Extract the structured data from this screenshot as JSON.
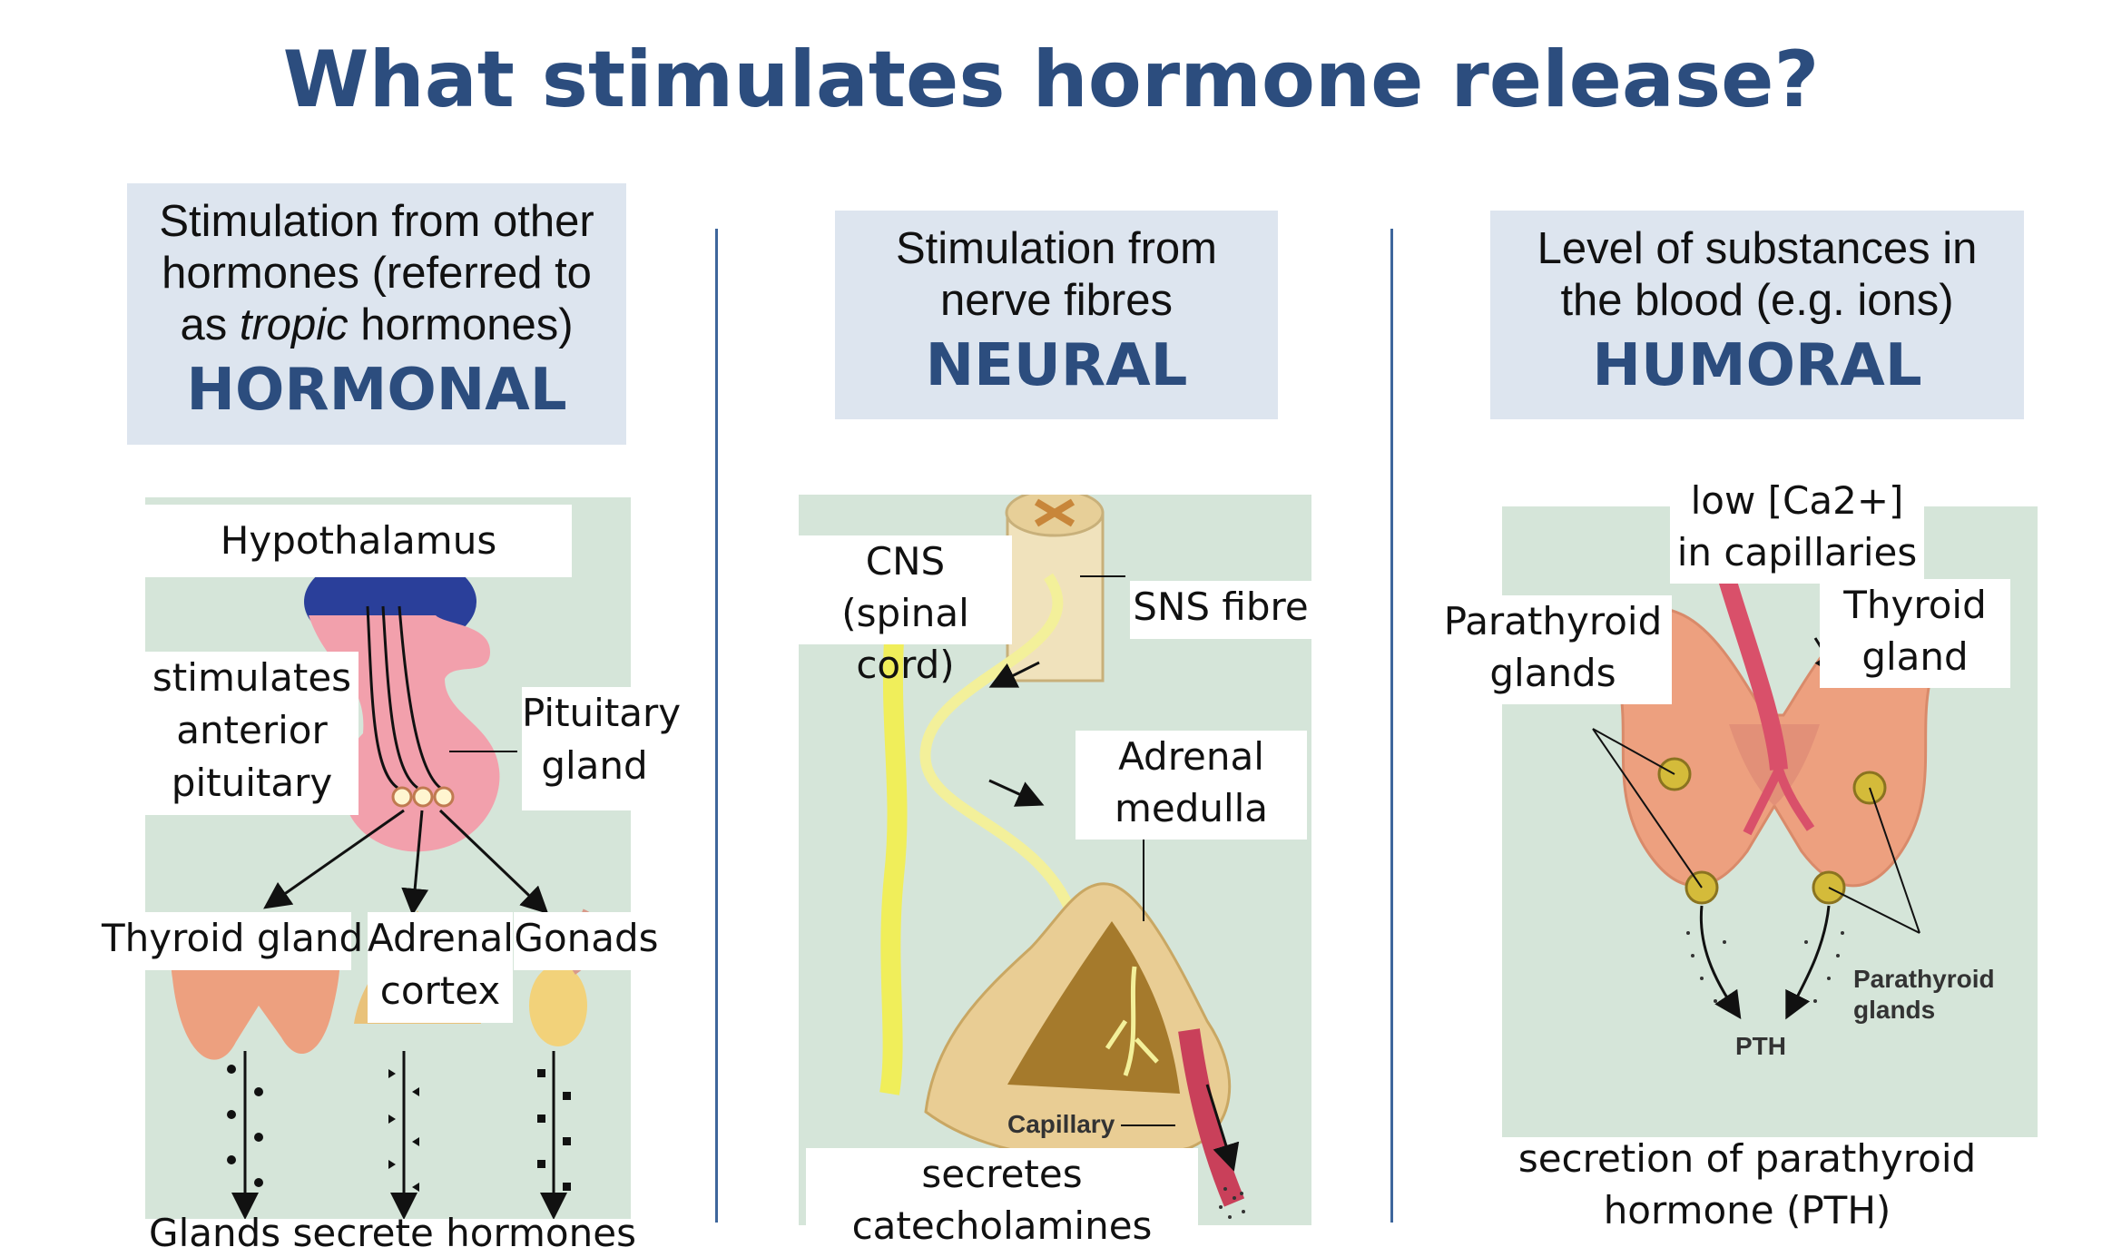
{
  "title": "What stimulates hormone release?",
  "colors": {
    "title": "#2c4d7e",
    "box_bg": "#dde5ef",
    "panel_bg": "#d5e5d9",
    "divider": "#3e669c"
  },
  "columns": [
    {
      "desc_pre": "Stimulation from other hormones (referred to as ",
      "desc_italic": "tropic",
      "desc_post": " hormones)",
      "type": "HORMONAL",
      "labels": {
        "hypothalamus": "Hypothalamus",
        "stimulates": "stimulates anterior pituitary",
        "pituitary": "Pituitary gland",
        "thyroid": "Thyroid gland",
        "adrenal": "Adrenal cortex",
        "gonads": "Gonads"
      },
      "caption": "Glands secrete hormones"
    },
    {
      "desc": "Stimulation from nerve fibres",
      "type": "NEURAL",
      "labels": {
        "cns": "CNS (spinal cord)",
        "sns": "SNS fibre",
        "adrenal_medulla": "Adrenal medulla",
        "capillary": "Capillary"
      },
      "caption": "secretes catecholamines"
    },
    {
      "desc": "Level of substances in the blood (e.g. ions)",
      "type": "HUMORAL",
      "labels": {
        "low_ca": "low [Ca2+] in capillaries",
        "parathyroid": "Parathyroid glands",
        "thyroid": "Thyroid gland",
        "parathyroid_small": "Parathyroid glands",
        "pth": "PTH"
      },
      "caption": "secretion of parathyroid hormone (PTH)"
    }
  ]
}
